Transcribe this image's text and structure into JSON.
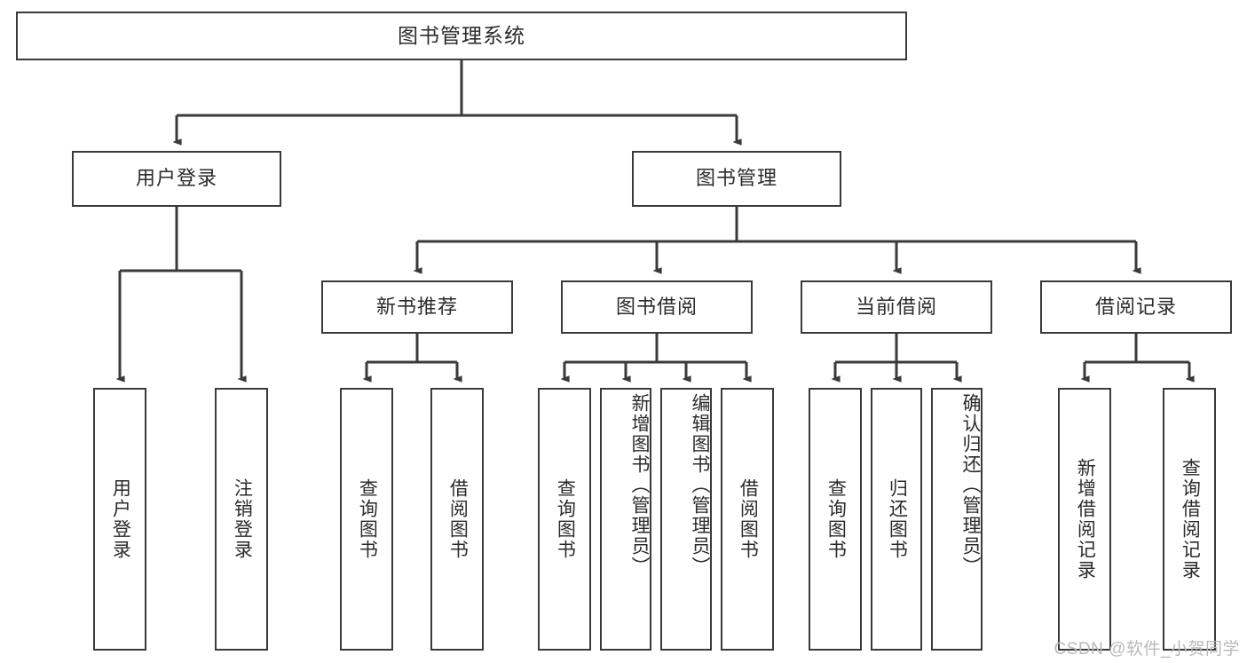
{
  "diagram": {
    "title": "图书管理系统",
    "type": "functional-hierarchy-tree",
    "watermark": "CSDN @软件_小贺同学",
    "colors": {
      "box_border": "#3a3a3a",
      "box_fill": "#ffffff",
      "text": "#2b2b2b",
      "edge": "#3a3a3a",
      "watermark": "#b9b9b9",
      "background": "#ffffff"
    },
    "levels": {
      "level1": [
        {
          "id": "root",
          "label": "图书管理系统",
          "orientation": "horizontal"
        }
      ],
      "level2": [
        {
          "id": "user-login",
          "label": "用户登录",
          "orientation": "horizontal",
          "parent": "root"
        },
        {
          "id": "book-manage",
          "label": "图书管理",
          "orientation": "horizontal",
          "parent": "root"
        }
      ],
      "level3": [
        {
          "id": "new-book-rec",
          "label": "新书推荐",
          "orientation": "horizontal",
          "parent": "book-manage"
        },
        {
          "id": "book-borrow",
          "label": "图书借阅",
          "orientation": "horizontal",
          "parent": "book-manage"
        },
        {
          "id": "current-borrow",
          "label": "当前借阅",
          "orientation": "horizontal",
          "parent": "book-manage"
        },
        {
          "id": "borrow-record",
          "label": "借阅记录",
          "orientation": "horizontal",
          "parent": "book-manage"
        }
      ],
      "leaves": [
        {
          "id": "leaf-user-login",
          "label": "用户登录",
          "orientation": "vertical",
          "parent": "user-login"
        },
        {
          "id": "leaf-user-logout",
          "label": "注销登录",
          "orientation": "vertical",
          "parent": "user-login"
        },
        {
          "id": "leaf-rec-query",
          "label": "查询图书",
          "orientation": "vertical",
          "parent": "new-book-rec"
        },
        {
          "id": "leaf-rec-borrow",
          "label": "借阅图书",
          "orientation": "vertical",
          "parent": "new-book-rec"
        },
        {
          "id": "leaf-borrow-query",
          "label": "查询图书",
          "orientation": "vertical",
          "parent": "book-borrow"
        },
        {
          "id": "leaf-borrow-add",
          "label": "新增图书（管理员）",
          "orientation": "vertical",
          "parent": "book-borrow"
        },
        {
          "id": "leaf-borrow-edit",
          "label": "编辑图书（管理员）",
          "orientation": "vertical",
          "parent": "book-borrow"
        },
        {
          "id": "leaf-borrow-lend",
          "label": "借阅图书",
          "orientation": "vertical",
          "parent": "book-borrow"
        },
        {
          "id": "leaf-current-query",
          "label": "查询图书",
          "orientation": "vertical",
          "parent": "current-borrow"
        },
        {
          "id": "leaf-current-return",
          "label": "归还图书",
          "orientation": "vertical",
          "parent": "current-borrow"
        },
        {
          "id": "leaf-current-confirm",
          "label": "确认归还（管理员）",
          "orientation": "vertical",
          "parent": "current-borrow"
        },
        {
          "id": "leaf-record-add",
          "label": "新增借阅记录",
          "orientation": "vertical",
          "parent": "borrow-record"
        },
        {
          "id": "leaf-record-query",
          "label": "查询借阅记录",
          "orientation": "vertical",
          "parent": "borrow-record"
        }
      ]
    }
  }
}
